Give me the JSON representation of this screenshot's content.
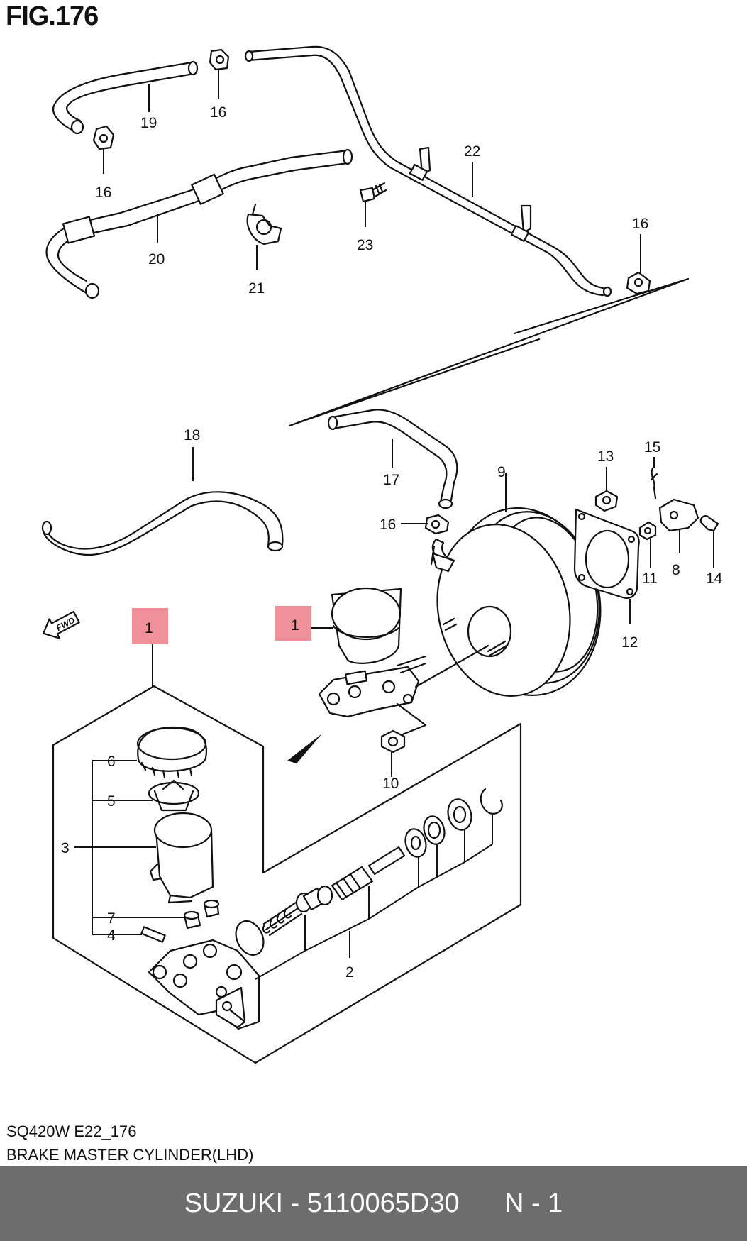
{
  "figure_title": "FIG.176",
  "callouts": {
    "c1a": "1",
    "c1b": "1",
    "c2": "2",
    "c3": "3",
    "c4": "4",
    "c5": "5",
    "c6": "6",
    "c7": "7",
    "c8": "8",
    "c9": "9",
    "c10": "10",
    "c11": "11",
    "c12": "12",
    "c13": "13",
    "c14": "14",
    "c15": "15",
    "c16a": "16",
    "c16b": "16",
    "c16c": "16",
    "c16d": "16",
    "c17": "17",
    "c18": "18",
    "c19": "19",
    "c20": "20",
    "c21": "21",
    "c22": "22",
    "c23": "23"
  },
  "fwd_label": "FWD",
  "caption": {
    "model_code": "SQ420W E22_176",
    "section_name": "BRAKE MASTER CYLINDER(LHD)"
  },
  "footer": {
    "brand_part": "SUZUKI - 5110065D30",
    "position": "N - 1"
  },
  "colors": {
    "highlight": "#f09098",
    "footer_bg": "#6d6d6d"
  }
}
